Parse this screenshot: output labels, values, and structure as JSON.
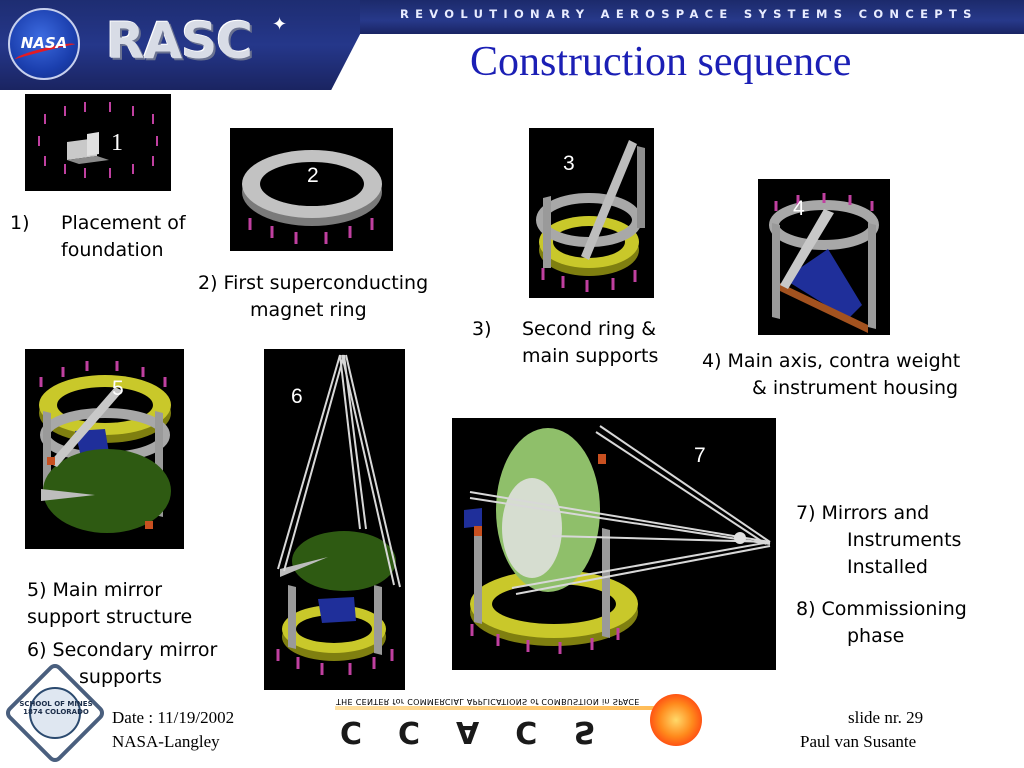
{
  "header": {
    "tagline": "REVOLUTIONARY AEROSPACE SYSTEMS CONCEPTS",
    "title": "Construction sequence",
    "nasa_logo_text": "NASA",
    "rasc_logo_text": "RASC",
    "colors": {
      "band": "#1c2a6b",
      "title": "#1b1fb5",
      "accent_red": "#e31b23"
    }
  },
  "panels": [
    {
      "number": "1"
    },
    {
      "number": "2"
    },
    {
      "number": "3"
    },
    {
      "number": "4"
    },
    {
      "number": "5"
    },
    {
      "number": "6"
    },
    {
      "number": "7"
    }
  ],
  "captions": {
    "c1_num": "1)",
    "c1_l1": "Placement of",
    "c1_l2": "foundation",
    "c2_l1": "2)  First superconducting",
    "c2_l2": "magnet ring",
    "c3_num": "3)",
    "c3_l1": "Second ring &",
    "c3_l2": "main supports",
    "c4_l1": "4) Main axis, contra weight",
    "c4_l2": "& instrument housing",
    "c5_l1": "5) Main mirror",
    "c5_l2": "support structure",
    "c6_l1": "6) Secondary mirror",
    "c6_l2": "supports",
    "c7_l1": "7) Mirrors and",
    "c7_l2": "Instruments",
    "c7_l3": "Installed",
    "c8_l1": "8) Commissioning",
    "c8_l2": "phase"
  },
  "footer": {
    "date": "Date : 11/19/2002",
    "org": "NASA-Langley",
    "slide": "slide nr. 29",
    "author": "Paul van Susante",
    "seal_text": "SCHOOL OF MINES 1874 COLORADO",
    "cccacs_banner": "THE CENTER for COMMERCIAL APPLICATIONS of COMBUSTION in SPACE",
    "cccacs_letters": "CCACS"
  }
}
